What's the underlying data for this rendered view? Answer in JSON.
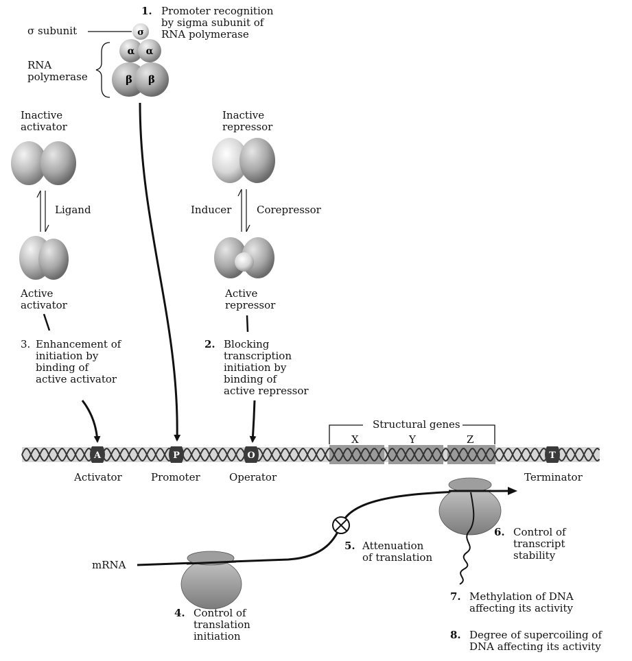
{
  "polymerase": {
    "sigma_label": "σ subunit",
    "rna_pol_label": [
      "RNA",
      "polymerase"
    ],
    "sigma_glyph": "σ",
    "alpha_glyph": "α",
    "beta_glyph": "β"
  },
  "step1": {
    "number": "1.",
    "lines": [
      "Promoter recognition",
      "by sigma subunit of",
      "RNA polymerase"
    ]
  },
  "activator": {
    "inactive": [
      "Inactive",
      "activator"
    ],
    "ligand": "Ligand",
    "active": [
      "Active",
      "activator"
    ]
  },
  "repressor": {
    "inactive": [
      "Inactive",
      "repressor"
    ],
    "inducer": "Inducer",
    "corepressor": "Corepressor",
    "active": [
      "Active",
      "repressor"
    ]
  },
  "step3": {
    "number": "3.",
    "lines": [
      "Enhancement of",
      "initiation by",
      "binding of",
      "active activator"
    ]
  },
  "step2": {
    "number": "2.",
    "lines": [
      "Blocking",
      "transcription",
      "initiation by",
      "binding of",
      "active repressor"
    ]
  },
  "structural_genes": {
    "title": "Structural genes",
    "genes": [
      "X",
      "Y",
      "Z"
    ]
  },
  "dna_sites": {
    "A": {
      "letter": "A",
      "label": "Activator"
    },
    "P": {
      "letter": "P",
      "label": "Promoter"
    },
    "O": {
      "letter": "O",
      "label": "Operator"
    },
    "T": {
      "letter": "T",
      "label": "Terminator"
    }
  },
  "mrna_label": "mRNA",
  "step4": {
    "number": "4.",
    "lines": [
      "Control of",
      "translation",
      "initiation"
    ]
  },
  "step5": {
    "number": "5.",
    "lines": [
      "Attenuation",
      "of translation"
    ]
  },
  "step6": {
    "number": "6.",
    "lines": [
      "Control of",
      "transcript",
      "stability"
    ]
  },
  "step7": {
    "number": "7.",
    "lines": [
      "Methylation of DNA",
      "affecting its activity"
    ]
  },
  "step8": {
    "number": "8.",
    "lines": [
      "Degree of supercoiling of",
      "DNA affecting its activity"
    ]
  }
}
